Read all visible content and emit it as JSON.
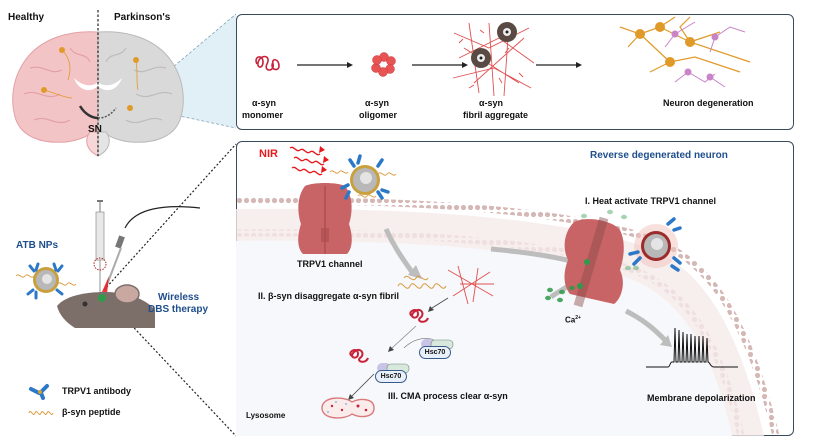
{
  "brain": {
    "healthy_label": "Healthy",
    "parkinsons_label": "Parkinson's",
    "sn_label": "SN"
  },
  "top_panel": {
    "stages": [
      {
        "line1": "α-syn",
        "line2": "monomer",
        "icon": "monomer-coil-icon"
      },
      {
        "line1": "α-syn",
        "line2": "oligomer",
        "icon": "oligomer-cluster-icon"
      },
      {
        "line1": "α-syn",
        "line2": "fibril aggregate",
        "icon": "fibril-aggregate-icon"
      },
      {
        "line1": "Neuron degeneration",
        "line2": "",
        "icon": "neuron-network-icon"
      }
    ]
  },
  "left": {
    "atb_label": "ATB NPs",
    "therapy_line1": "Wireless",
    "therapy_line2": "DBS therapy",
    "legend": [
      {
        "label": "TRPV1 antibody",
        "icon": "antibody-icon"
      },
      {
        "label": "β-syn peptide",
        "icon": "peptide-icon"
      }
    ]
  },
  "bottom_panel": {
    "title": "Reverse degenerated neuron",
    "nir_label": "NIR",
    "trpv1_label": "TRPV1 channel",
    "step1": "I. Heat activate TRPV1 channel",
    "step2": "II. β-syn disaggregate α-syn fibril",
    "step3": "III. CMA process clear α-syn",
    "hsc70_a": "Hsc70",
    "hsc70_b": "Hsc70",
    "lysosome_label": "Lysosome",
    "ca_label": "Ca",
    "ca_sup": "2+",
    "depolarization_label": "Membrane depolarization"
  },
  "colors": {
    "title_blue": "#1f4e8c",
    "nir_red": "#e8191d",
    "panel_border": "#3a4a5c",
    "channel": "#c96466",
    "calcium": "#2e9a4a",
    "neuron_orange": "#e09a2a",
    "neuron_pink": "#c983c8",
    "fibril": "#d94a4a"
  }
}
